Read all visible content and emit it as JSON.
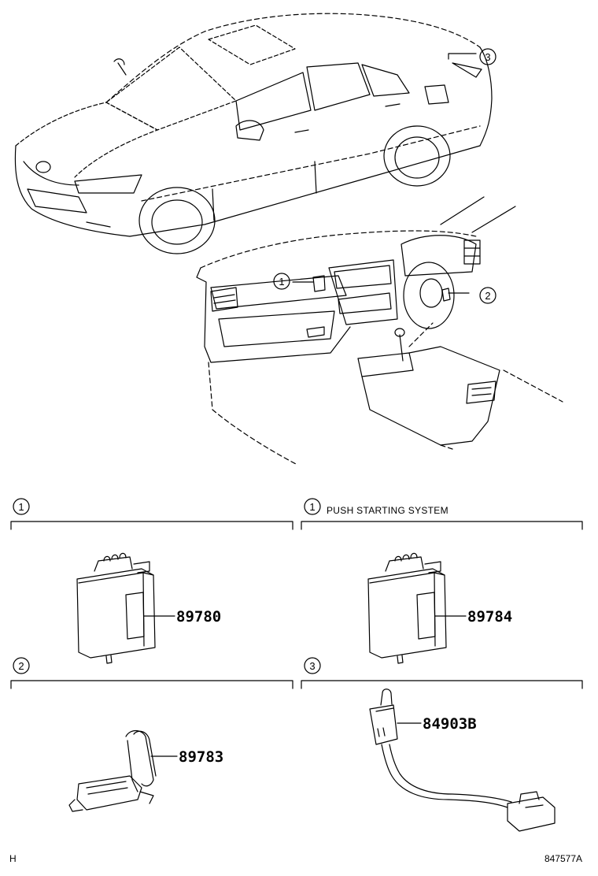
{
  "callouts": {
    "c1": "1",
    "c2": "2",
    "c3": "3"
  },
  "sections": [
    {
      "num": "1",
      "title": "",
      "part": "89780"
    },
    {
      "num": "1",
      "title": "PUSH STARTING SYSTEM",
      "part": "89784"
    },
    {
      "num": "2",
      "title": "",
      "part": "89783"
    },
    {
      "num": "3",
      "title": "",
      "part": "84903B"
    }
  ],
  "footer": {
    "left": "H",
    "right": "847577A"
  }
}
